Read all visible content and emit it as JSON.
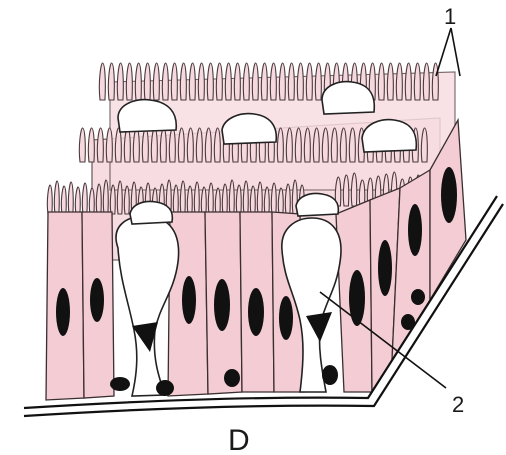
{
  "figure": {
    "labels": {
      "cilia": "1",
      "goblet_cell": "2",
      "basement_membrane": "D"
    }
  }
}
